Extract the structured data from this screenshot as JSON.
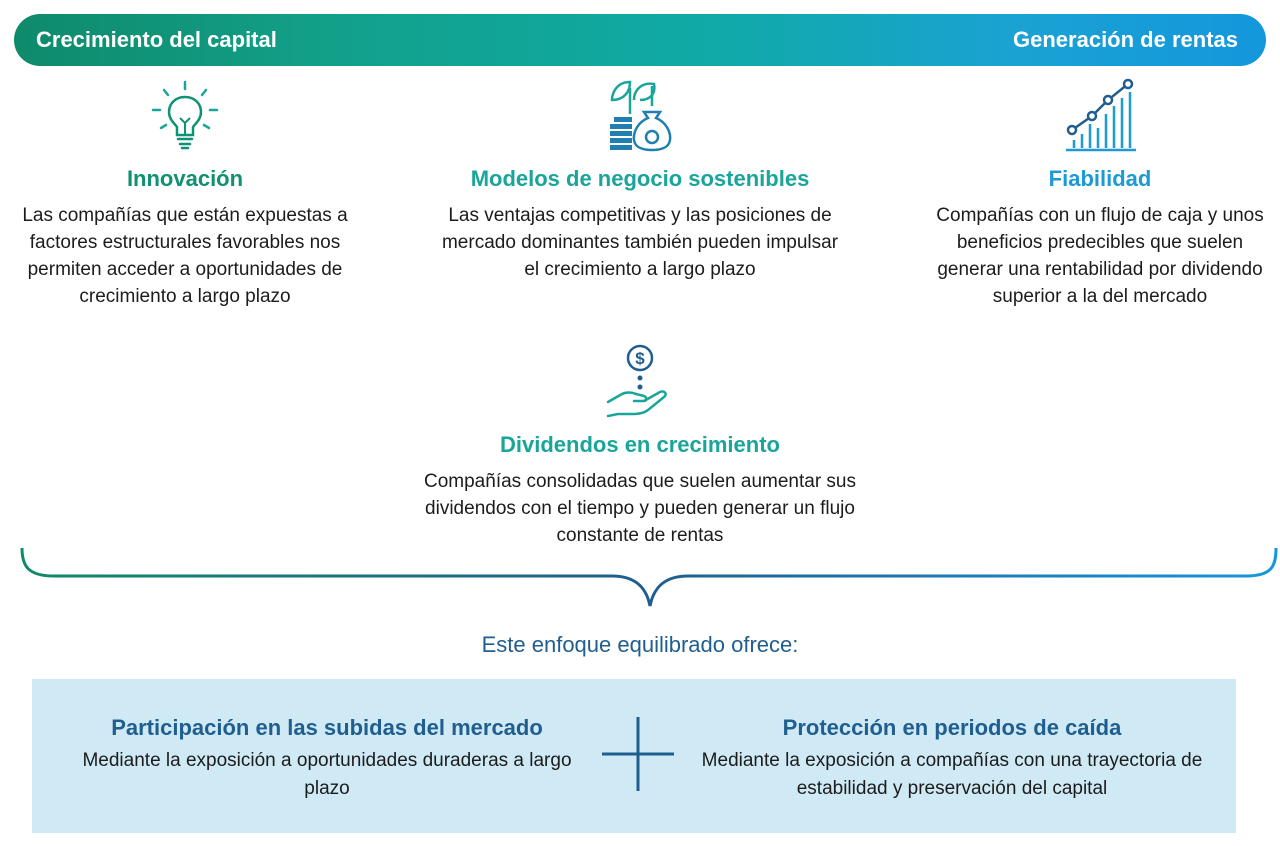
{
  "band": {
    "left_label": "Crecimiento del capital",
    "right_label": "Generación de rentas",
    "gradient_colors": [
      "#0f8a6b",
      "#10aaa6",
      "#1497dc"
    ]
  },
  "columns": {
    "innovation": {
      "icon": "lightbulb-icon",
      "title": "Innovación",
      "body": "Las compañías que están expuestas a factores estructurales favorables nos permiten acceder a oportunidades de crecimiento a largo plazo"
    },
    "models": {
      "icon": "plant-coins-moneybag-icon",
      "title": "Modelos de negocio sostenibles",
      "body": "Las ventajas competitivas y las posiciones de mercado dominantes también pueden impulsar el crecimiento a largo plazo"
    },
    "reliability": {
      "icon": "growth-chart-icon",
      "title": "Fiabilidad",
      "body": "Compañías con un flujo de caja y unos beneficios predecibles que suelen generar una rentabilidad por dividendo superior a la del mercado"
    },
    "dividends": {
      "icon": "coin-hand-icon",
      "title": "Dividendos en crecimiento",
      "body": "Compañías consolidadas que suelen aumentar sus dividendos con el tiempo y pueden generar un flujo constante de rentas"
    }
  },
  "offer_label": "Este enfoque equilibrado ofrece:",
  "panel": {
    "left": {
      "title": "Participación en las subidas del mercado",
      "body": "Mediante la exposición a oportunidades duraderas a largo plazo"
    },
    "right": {
      "title": "Protección en periodos de caída",
      "body": "Mediante la exposición a compañías con una trayectoria de estabilidad y preservación del capital"
    },
    "background_color": "#cfe9f5"
  },
  "colors": {
    "green": "#0f9173",
    "teal": "#1aa59a",
    "blue": "#1b9ad6",
    "navy": "#1f5e8f"
  }
}
